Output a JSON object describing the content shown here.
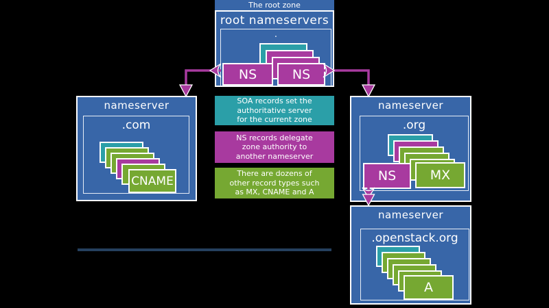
{
  "colors": {
    "box_blue": "#3866a8",
    "teal": "#2b9fa8",
    "magenta": "#a83a9f",
    "green": "#76a832",
    "divider_navy": "#25405e",
    "white": "#ffffff",
    "background": "#000000"
  },
  "root_zone": {
    "label": "The root zone",
    "box_title": "root nameservers",
    "zone_name": ".",
    "stack": [
      "teal",
      "magenta",
      "magenta"
    ],
    "ns_left_label": "NS",
    "ns_right_label": "NS"
  },
  "com_zone": {
    "box_title": "nameserver",
    "zone_name": ".com",
    "stack": [
      "teal",
      "green",
      "green",
      "magenta",
      "green"
    ],
    "front_label": "CNAME"
  },
  "org_zone": {
    "box_title": "nameserver",
    "zone_name": ".org",
    "stack": [
      "teal",
      "magenta",
      "green",
      "green",
      "green"
    ],
    "ns_label": "NS",
    "mx_label": "MX"
  },
  "openstack_zone": {
    "box_title": "nameserver",
    "zone_name": ".openstack.org",
    "stack": [
      "teal",
      "green",
      "green",
      "green",
      "green"
    ],
    "front_label": "A"
  },
  "legend": {
    "soa": {
      "text": "SOA records set the\nauthoritative server\nfor the current zone"
    },
    "ns": {
      "text": "NS records delegate\nzone authority to\nanother nameserver"
    },
    "records": {
      "text": "There are dozens of\nother record types such\nas MX, CNAME and A"
    }
  }
}
